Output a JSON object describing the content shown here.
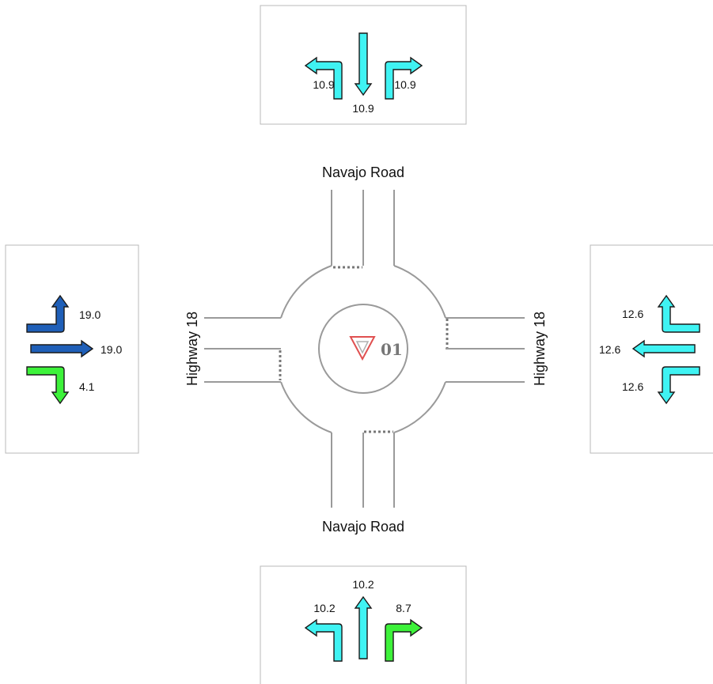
{
  "roads": {
    "north": "Navajo Road",
    "south": "Navajo Road",
    "west": "Highway 18",
    "east": "Highway 18"
  },
  "node_id": "01",
  "colors": {
    "cyan": "#3ff3f3",
    "blue": "#1f5fb8",
    "green": "#3df23a",
    "yield_sign": "#e05050"
  },
  "approaches": {
    "north": {
      "left": "10.9",
      "through": "10.9",
      "right": "10.9"
    },
    "west": {
      "left": "19.0",
      "through": "19.0",
      "right": "4.1"
    },
    "east": {
      "left": "12.6",
      "through": "12.6",
      "right": "12.6"
    },
    "south": {
      "left": "10.2",
      "through": "10.2",
      "right": "8.7"
    }
  }
}
